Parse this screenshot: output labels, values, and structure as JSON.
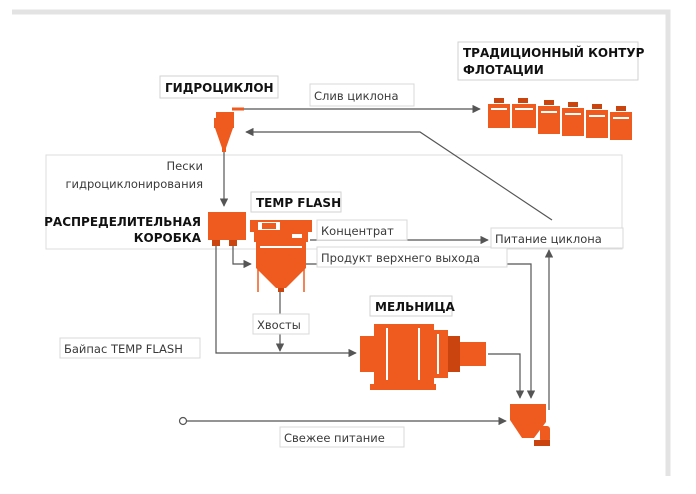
{
  "colors": {
    "accent": "#ef5a1f",
    "accent_dark": "#c9440f",
    "line": "#555555",
    "frame": "#e3e3e3",
    "box_border": "#cfcfcf"
  },
  "titles": {
    "hydrocyclone": "ГИДРОЦИКЛОН",
    "flotation": [
      "ТРАДИЦИОННЫЙ КОНТУР",
      "ФЛОТАЦИИ"
    ],
    "temp_flash": "TEMP FLASH",
    "distribution_box": [
      "РАСПРЕДЕЛИТЕЛЬНАЯ",
      "КОРОБКА"
    ],
    "mill": "МЕЛЬНИЦА"
  },
  "labels": {
    "cyclone_overflow": "Слив циклона",
    "cyclone_sands": [
      "Пески",
      "гидроциклонирования"
    ],
    "concentrate": "Концентрат",
    "top_output": "Продукт верхнего выхода",
    "cyclone_feed": "Питание циклона",
    "tailings": "Хвосты",
    "bypass": "Байпас TEMP FLASH",
    "fresh_feed": "Свежее питание"
  },
  "icons": {
    "hydrocyclone": "hydrocyclone-icon",
    "flotation_cells": "flotation-cells-icon",
    "distribution_box": "distribution-box-icon",
    "flash_cell": "flash-flotation-cell-icon",
    "mill": "ball-mill-icon",
    "sump": "sump-pump-icon"
  }
}
